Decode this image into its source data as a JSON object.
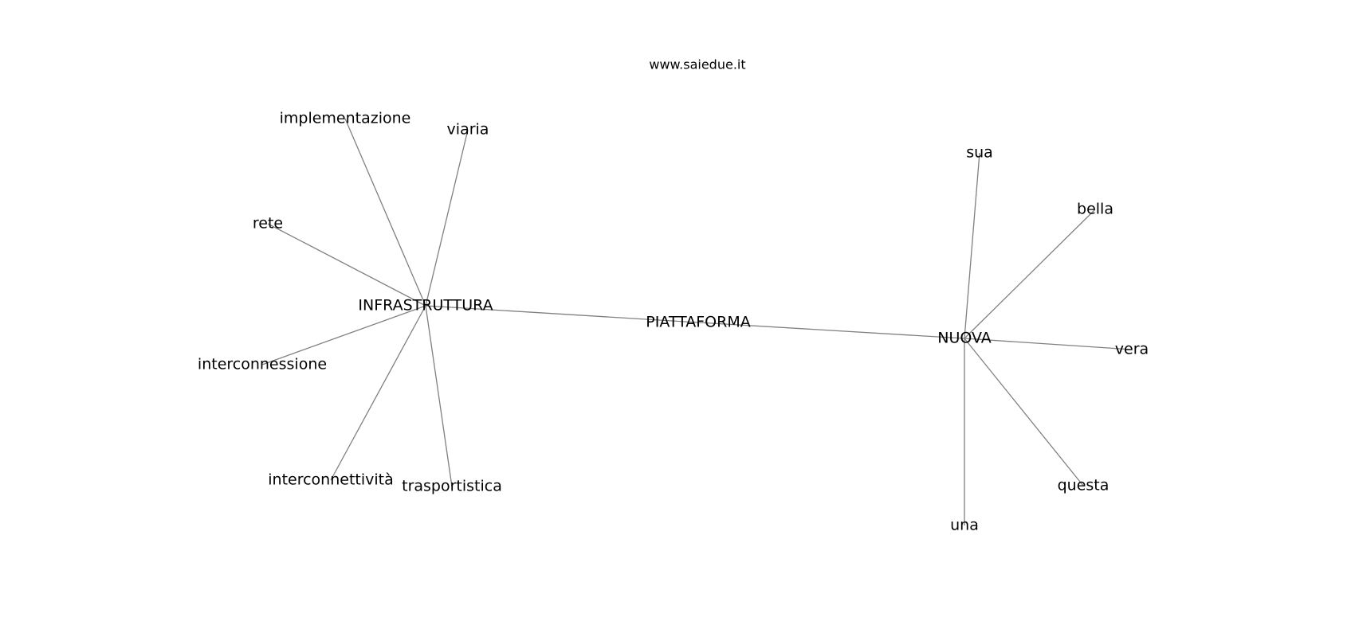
{
  "caption": "www.saiedue.it",
  "colors": {
    "edge": "#808080",
    "text": "#000000",
    "background": "#ffffff"
  },
  "nodes": [
    {
      "id": "piattaforma",
      "label": "PIATTAFORMA"
    },
    {
      "id": "infrastruttura",
      "label": "INFRASTRUTTURA"
    },
    {
      "id": "nuova",
      "label": "NUOVA"
    },
    {
      "id": "implementazione",
      "label": "implementazione"
    },
    {
      "id": "viaria",
      "label": "viaria"
    },
    {
      "id": "rete",
      "label": "rete"
    },
    {
      "id": "interconnessione",
      "label": "interconnessione"
    },
    {
      "id": "interconnettivita",
      "label": "interconnettività"
    },
    {
      "id": "trasportistica",
      "label": "trasportistica"
    },
    {
      "id": "sua",
      "label": "sua"
    },
    {
      "id": "bella",
      "label": "bella"
    },
    {
      "id": "vera",
      "label": "vera"
    },
    {
      "id": "questa",
      "label": "questa"
    },
    {
      "id": "una",
      "label": "una"
    }
  ],
  "edges": [
    [
      "infrastruttura",
      "piattaforma"
    ],
    [
      "piattaforma",
      "nuova"
    ],
    [
      "infrastruttura",
      "implementazione"
    ],
    [
      "infrastruttura",
      "viaria"
    ],
    [
      "infrastruttura",
      "rete"
    ],
    [
      "infrastruttura",
      "interconnessione"
    ],
    [
      "infrastruttura",
      "interconnettivita"
    ],
    [
      "infrastruttura",
      "trasportistica"
    ],
    [
      "nuova",
      "sua"
    ],
    [
      "nuova",
      "bella"
    ],
    [
      "nuova",
      "vera"
    ],
    [
      "nuova",
      "questa"
    ],
    [
      "nuova",
      "una"
    ]
  ]
}
